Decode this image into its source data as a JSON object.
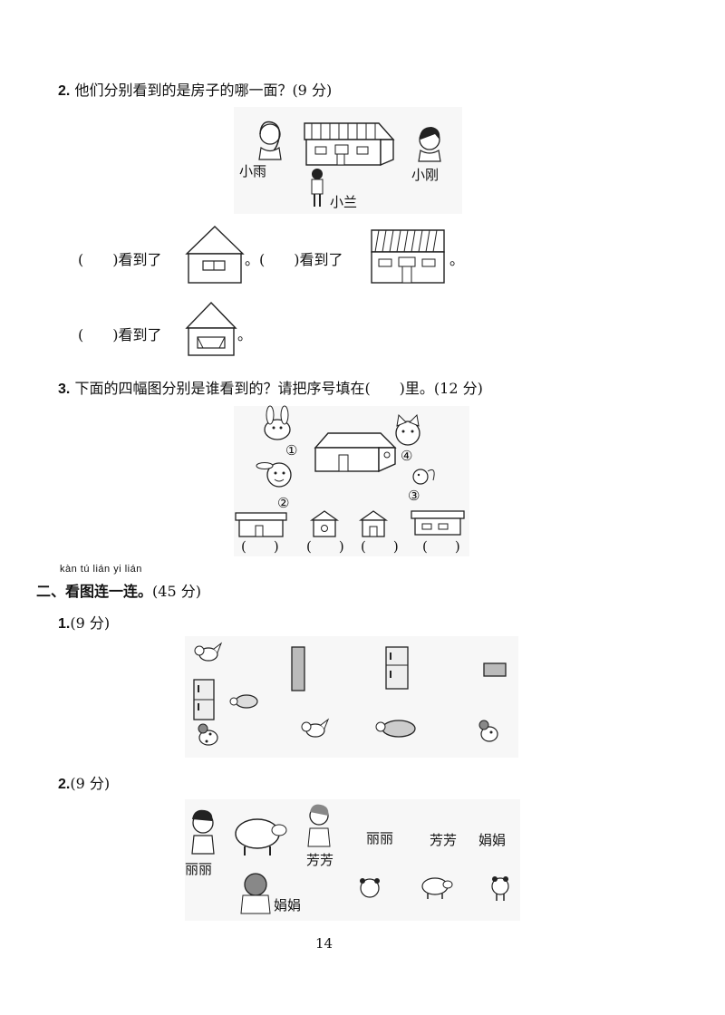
{
  "q2": {
    "number": "2.",
    "text": "他们分别看到的是房子的哪一面？(9 分)",
    "names": {
      "xiaoyu": "小雨",
      "xiaogang": "小刚",
      "xiaolan": "小兰"
    },
    "answer_row1_a": "(　　)看到了",
    "answer_row1_sep": "。(　　)看到了",
    "answer_row1_end": "。",
    "answer_row2": "(　　)看到了",
    "answer_row2_end": "。"
  },
  "q3": {
    "number": "3.",
    "text": "下面的四幅图分别是谁看到的？请把序号填在(　　)里。(12 分)",
    "markers": [
      "①",
      "②",
      "③",
      "④"
    ],
    "blanks": [
      "(　　)",
      "(　　)",
      "(　　)",
      "(　　)"
    ]
  },
  "section2": {
    "pinyin": "kàn tú lián yi lián",
    "title": "二、看图连一连。",
    "score": "(45 分)"
  },
  "s2q1": {
    "number": "1.",
    "score": "(9 分)"
  },
  "s2q2": {
    "number": "2.",
    "score": "(9 分)",
    "names": {
      "lili": "丽丽",
      "fangfang": "芳芳",
      "juanjuan": "娟娟"
    },
    "labels_right": [
      "丽丽",
      "芳芳",
      "娟娟"
    ]
  },
  "page_number": "14"
}
